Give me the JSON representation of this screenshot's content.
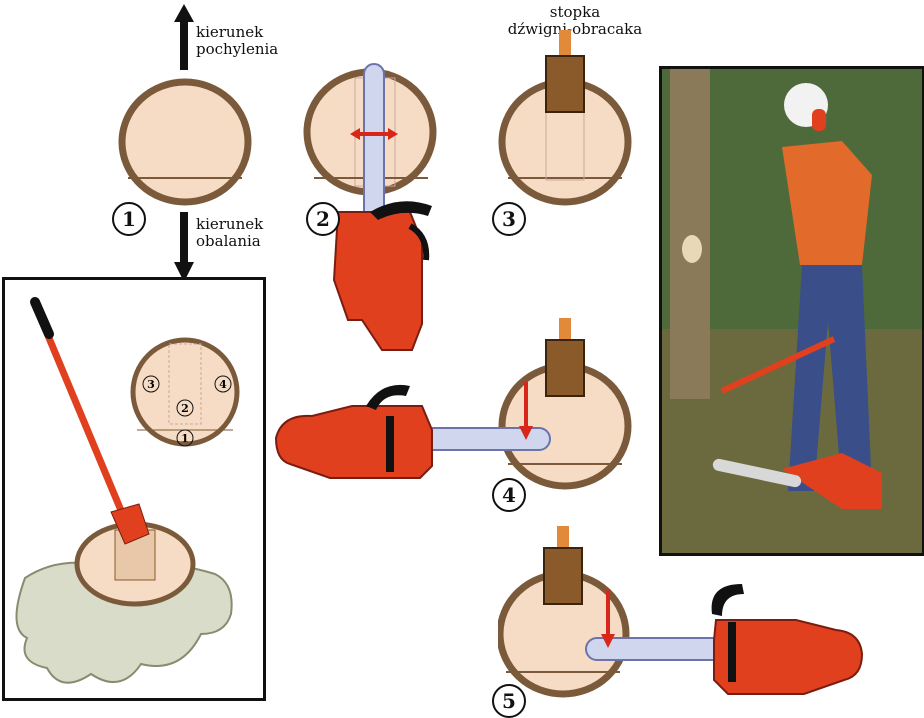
{
  "labels": {
    "lean_direction": [
      "kierunek",
      "pochylenia"
    ],
    "fall_direction": [
      "kierunek",
      "obalania"
    ],
    "wedge_foot": [
      "stopka",
      "dźwigni-obracaka"
    ]
  },
  "steps": [
    "1",
    "2",
    "3",
    "4",
    "5"
  ],
  "stump_marks": [
    "3",
    "2",
    "4",
    "1"
  ],
  "colors": {
    "wood": "#f6dcc4",
    "bark": "#7a5a3a",
    "saw_orange": "#e0401e",
    "bar_blue": "#cfd6ee",
    "arrow_red": "#d8261a"
  }
}
